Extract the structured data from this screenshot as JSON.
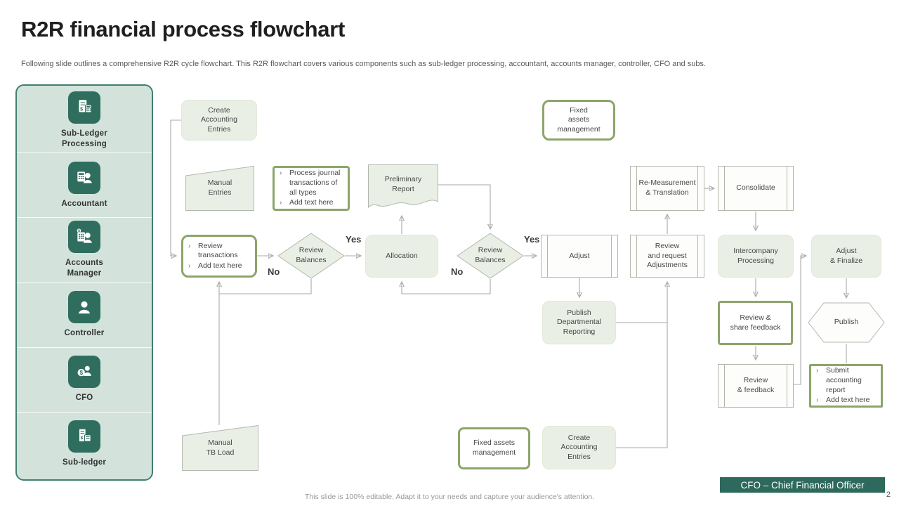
{
  "slide": {
    "title": "R2R financial process flowchart",
    "subtitle": "Following slide outlines a comprehensive R2R cycle flowchart. This R2R flowchart covers various components such as sub-ledger processing, accountant, accounts manager, controller, CFO and subs.",
    "footer": "This slide is 100% editable. Adapt it to your needs and capture your audience's attention.",
    "page_number": "2",
    "badge": "CFO – Chief Financial Officer"
  },
  "sidebar": {
    "items": [
      {
        "label": "Sub-Ledger\nProcessing",
        "icon": "ledger-calculator-icon"
      },
      {
        "label": "Accountant",
        "icon": "calculator-person-icon"
      },
      {
        "label": "Accounts\nManager",
        "icon": "calculator-person-dollar-icon"
      },
      {
        "label": "Controller",
        "icon": "person-icon"
      },
      {
        "label": "CFO",
        "icon": "person-dollar-icon"
      },
      {
        "label": "Sub-ledger",
        "icon": "receipt-card-icon"
      }
    ]
  },
  "flowchart": {
    "bullet_char": "›",
    "nodes": {
      "create_accounting_entries_top": "Create\nAccounting\nEntries",
      "fixed_assets_management_top": "Fixed\nassets\nmanagement",
      "manual_entries": "Manual\nEntries",
      "preliminary_report": "Preliminary\nReport",
      "re_measurement_translation": "Re-Measurement\n& Translation",
      "consolidate": "Consolidate",
      "review_balances_1": "Review\nBalances",
      "allocation": "Allocation",
      "review_balances_2": "Review\nBalances",
      "adjust": "Adjust",
      "review_request_adjustments": "Review\nand request\nAdjustments",
      "intercompany_processing": "Intercompany\nProcessing",
      "adjust_finalize": "Adjust\n& Finalize",
      "publish_departmental_reporting": "Publish\nDepartmental\nReporting",
      "review_share_feedback": "Review &\nshare feedback",
      "publish": "Publish",
      "review_feedback": "Review\n& feedback",
      "fixed_assets_management_bottom": "Fixed assets\nmanagement",
      "create_accounting_entries_bottom": "Create\nAccounting\nEntries",
      "manual_tb_load": "Manual\nTB Load"
    },
    "bullet_boxes": {
      "process_journal": [
        "Process journal transactions of all types",
        "Add text here"
      ],
      "review_transactions": [
        "Review transactions",
        "Add text here"
      ],
      "submit_accounting": [
        "Submit accounting report",
        "Add text here"
      ]
    },
    "decision_labels": {
      "yes1": "Yes",
      "no1": "No",
      "yes2": "Yes",
      "no2": "No"
    }
  },
  "colors": {
    "sidebar_bg": "#d3e3dc",
    "sidebar_border": "#41806f",
    "icon_tile": "#2f6e5f",
    "node_green_fill": "#e9efe4",
    "green_border": "#8ca56b",
    "gray_border": "#b3b8ad",
    "connector": "#aaaaaa",
    "badge_bg": "#2d695c"
  }
}
